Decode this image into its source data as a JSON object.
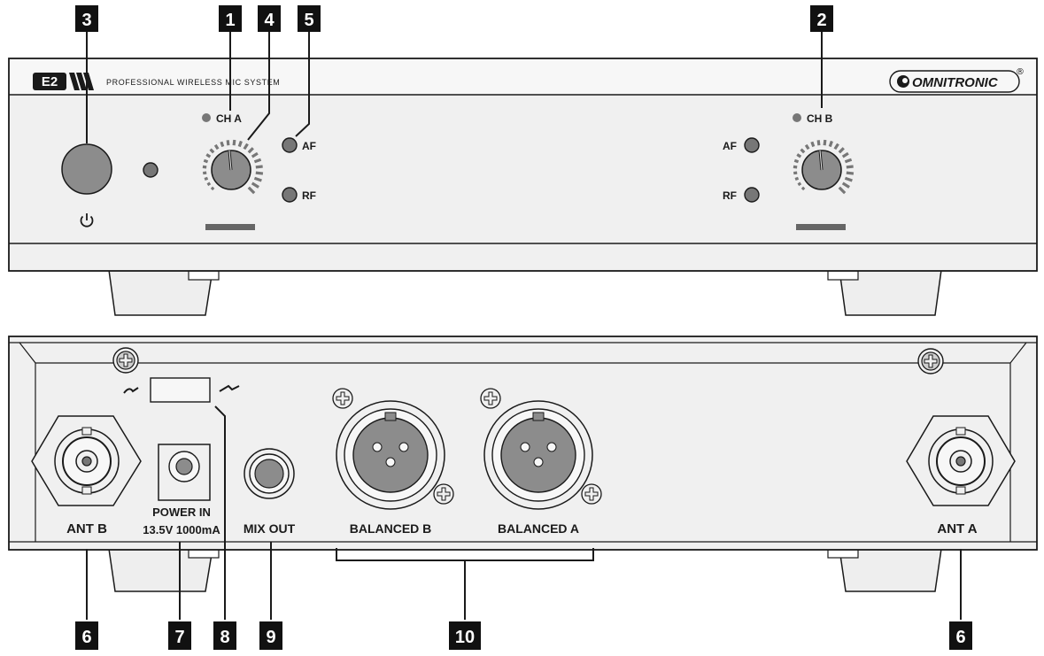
{
  "front_panel": {
    "logo_mark": "E2",
    "product_line": "PROFESSIONAL WIRELESS MIC SYSTEM",
    "brand": "OMNITRONIC",
    "registered_mark": "®",
    "channel_a_label": "CH A",
    "channel_b_label": "CH B",
    "af_label": "AF",
    "rf_label": "RF",
    "power_icon": "power-icon"
  },
  "rear_panel": {
    "ant_b_label": "ANT B",
    "ant_a_label": "ANT A",
    "power_in_label": "POWER IN",
    "power_rating": "13.5V 1000mA",
    "mix_out_label": "MIX OUT",
    "balanced_b_label": "BALANCED B",
    "balanced_a_label": "BALANCED A"
  },
  "callouts": {
    "c1": "1",
    "c2": "2",
    "c3": "3",
    "c4": "4",
    "c5": "5",
    "c6": "6",
    "c7": "7",
    "c8": "8",
    "c9": "9",
    "c10": "10"
  },
  "colors": {
    "line": "#1a1a1a",
    "panel": "#f0f0f0",
    "panel_dark": "#d8d8d8",
    "knob": "#8c8c8c",
    "led": "#777777",
    "callout_bg": "#111111",
    "callout_text": "#ffffff"
  }
}
